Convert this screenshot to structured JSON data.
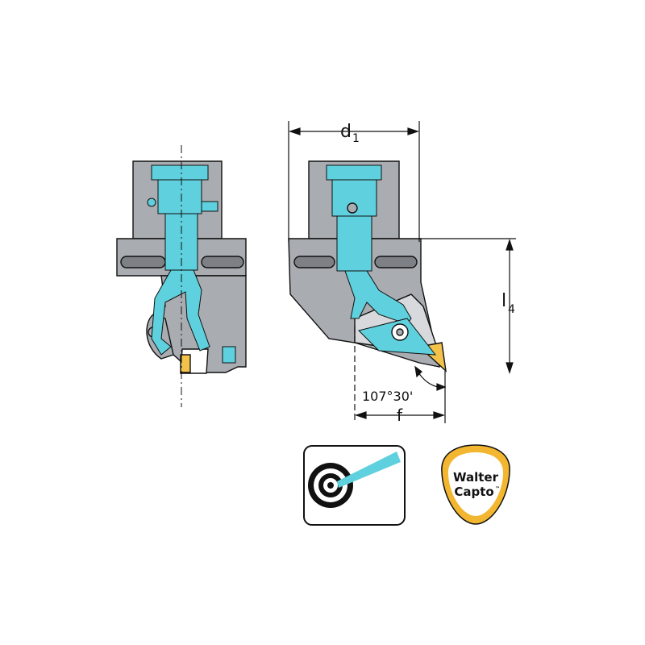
{
  "drawing": {
    "dimensions": {
      "d1_main": "d",
      "d1_sub": "1",
      "l4_main": "l",
      "l4_sub": "4",
      "angle": "107°30'",
      "f": "f"
    },
    "colors": {
      "body_gray": "#a9acb1",
      "dark_gray": "#7d8085",
      "coolant": "#5fd0dd",
      "insert_gold": "#f2c24a",
      "outline": "#111111"
    }
  },
  "badges": {
    "coolant_badge": {
      "icon": "internal-coolant-icon"
    },
    "brand_badge": {
      "line1": "Walter",
      "line2": "Capto",
      "tm": "™",
      "icon": "walter-capto-logo"
    }
  }
}
